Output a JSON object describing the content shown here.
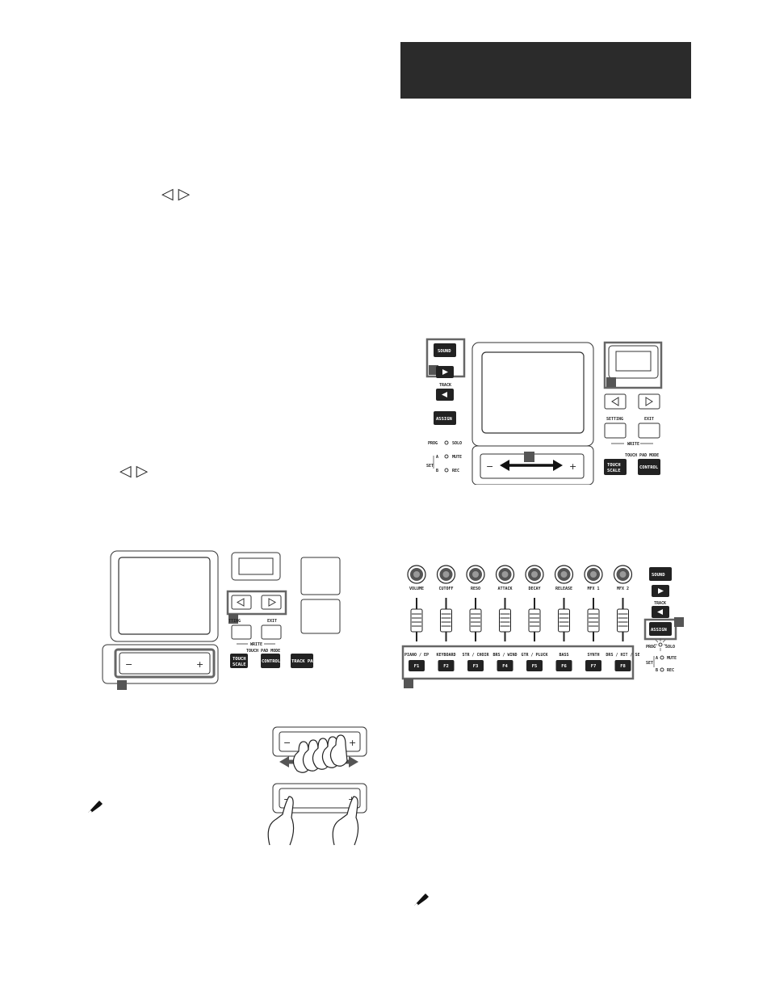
{
  "left_column": {
    "arrow_symbols_1": "◁ ▷",
    "arrow_symbols_2": "◁ ▷"
  },
  "panel_labels": {
    "sound": "SOUND",
    "track": "TRACK",
    "assign": "ASSIGN",
    "setting": "SETTING",
    "setting_cropped": "TTING",
    "exit": "EXIT",
    "write": "WRITE",
    "touch_pad_mode": "TOUCH PAD MODE",
    "touch_scale_1": "TOUCH",
    "touch_scale_2": "SCALE",
    "control": "CONTROL",
    "track_pad": "TRACK PAD",
    "prog": "PROG",
    "solo": "SOLO",
    "set": "SET",
    "a": "A",
    "b": "B",
    "mute": "MUTE",
    "rec": "REC",
    "minus": "−",
    "plus": "+"
  },
  "knobs": [
    "VOLUME",
    "CUTOFF",
    "RESO",
    "ATTACK",
    "DECAY",
    "RELEASE",
    "MFX 1",
    "MFX 2"
  ],
  "favorites": [
    {
      "category": "PIANO / EP",
      "key": "F1"
    },
    {
      "category": "KEYBOARD",
      "key": "F2"
    },
    {
      "category": "STR / CHOIR",
      "key": "F3"
    },
    {
      "category": "BRS / WIND",
      "key": "F4"
    },
    {
      "category": "GTR / PLUCK",
      "key": "F5"
    },
    {
      "category": "BASS",
      "key": "F6"
    },
    {
      "category": "SYNTH",
      "key": "F7"
    },
    {
      "category": "DRS / HIT / SE",
      "key": "F8"
    }
  ],
  "bottom_right_panel": {
    "sound": "SOUND",
    "track": "TRACK",
    "assign": "ASSIGN",
    "prog": "PROG",
    "solo": "SOLO",
    "set": "SET",
    "a": "A",
    "b": "B",
    "mute": "MUTE",
    "rec": "REC"
  }
}
